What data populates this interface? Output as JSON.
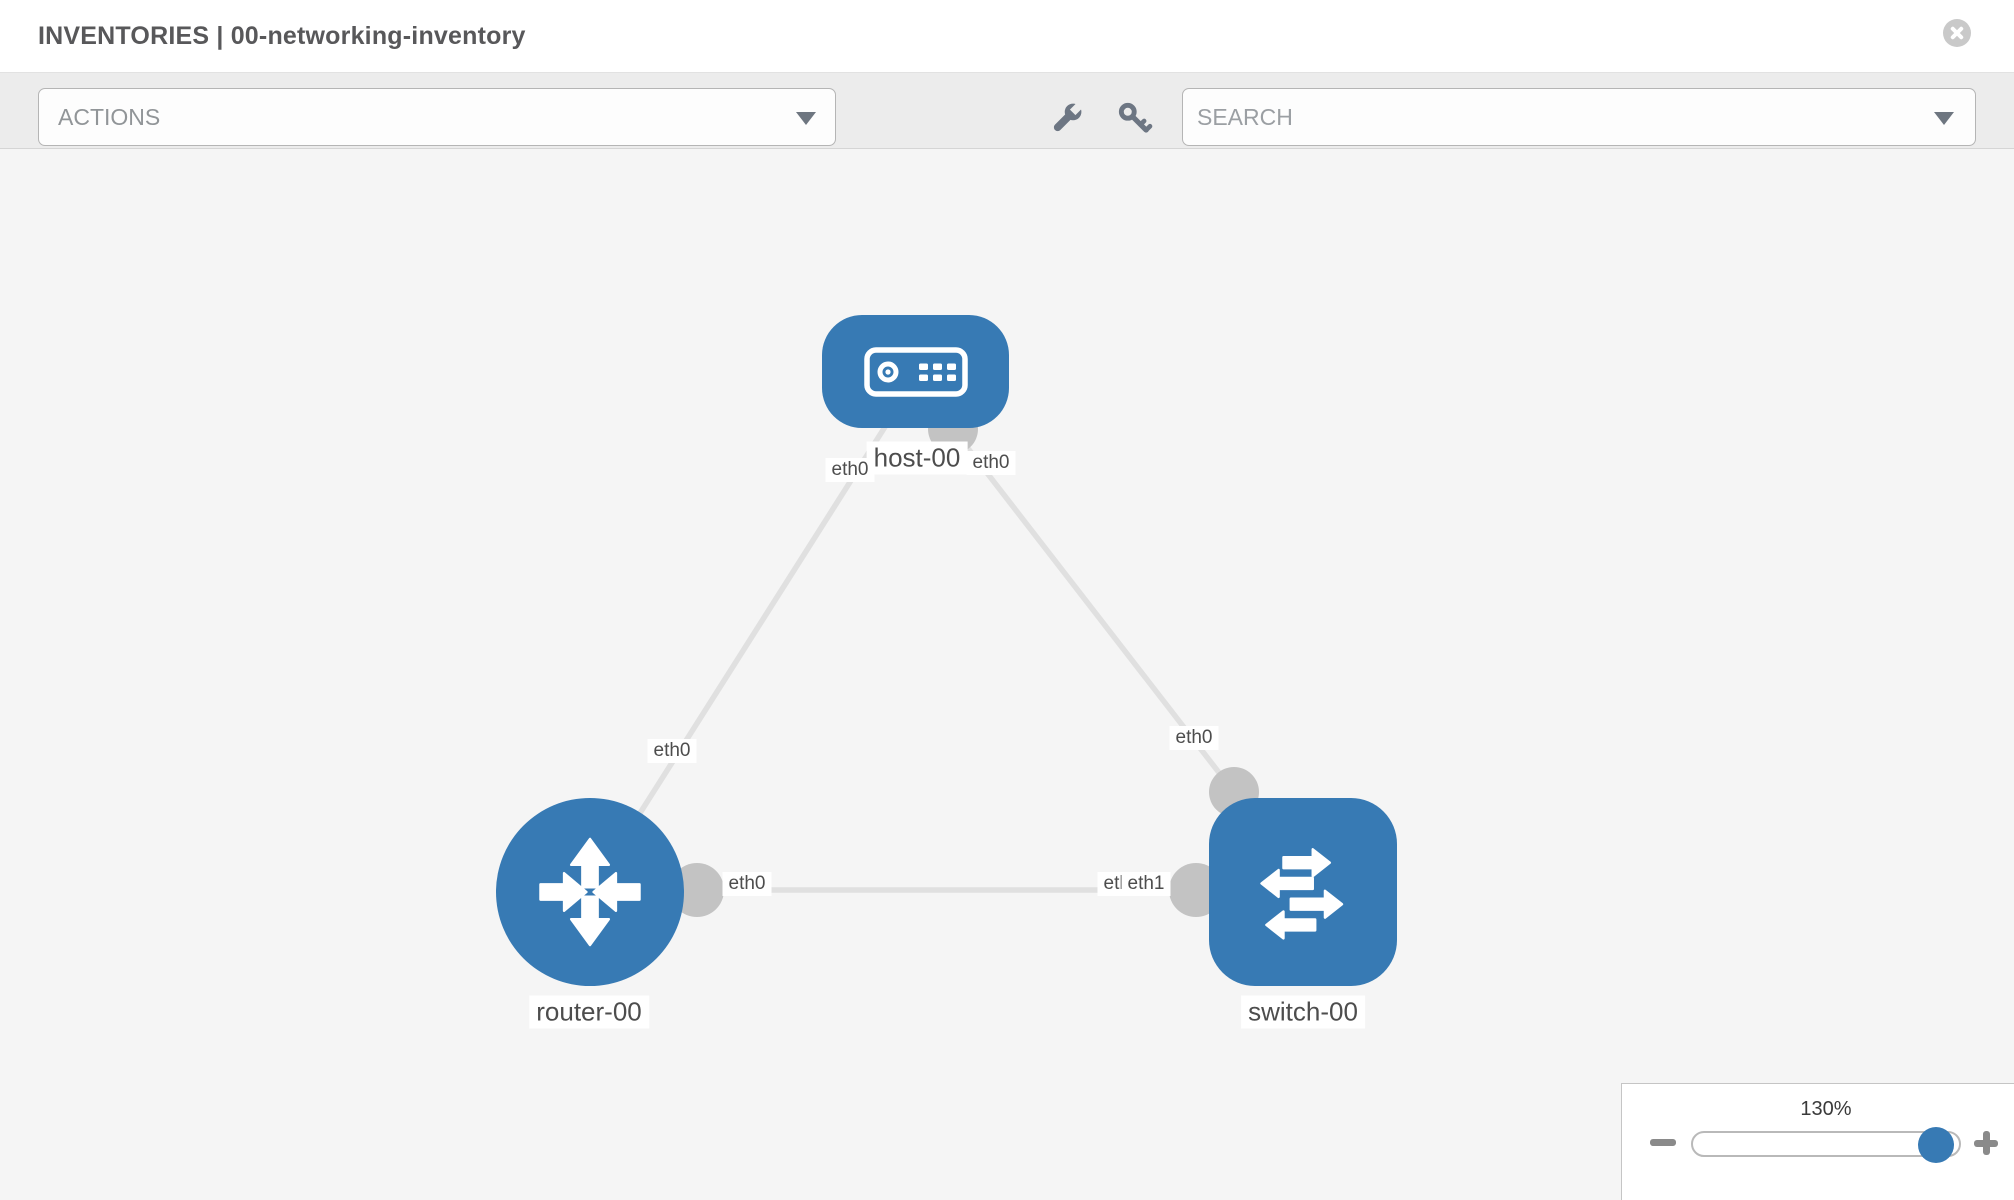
{
  "header": {
    "title": "INVENTORIES | 00-networking-inventory"
  },
  "toolbar": {
    "actions_label": "ACTIONS",
    "search_placeholder": "SEARCH",
    "icons": [
      "wrench-icon",
      "key-icon",
      "dropdown-caret-icon",
      "dropdown-caret-icon"
    ]
  },
  "topology": {
    "nodes": [
      {
        "id": "host-00",
        "type": "host",
        "label": "host-00"
      },
      {
        "id": "router-00",
        "type": "router",
        "label": "router-00"
      },
      {
        "id": "switch-00",
        "type": "switch",
        "label": "switch-00"
      }
    ],
    "links": [
      {
        "source": "router-00",
        "source_interface": "eth0",
        "target": "host-00",
        "target_interface": "eth0"
      },
      {
        "source": "switch-00",
        "source_interface": "eth0",
        "target": "host-00",
        "target_interface": "eth0"
      },
      {
        "source": "router-00",
        "source_interface": "eth0",
        "target": "switch-00",
        "target_interface": "eth1"
      }
    ],
    "overlap_under_label": "eth0"
  },
  "zoom_control": {
    "level": "130%"
  },
  "colors": {
    "node_blue": "#377ab4",
    "link_gray": "#e0e0e0",
    "connector_gray": "#c3c3c3",
    "canvas_bg": "#f5f5f5",
    "toolbar_bg": "#ececec",
    "icon_gray": "#6d7683",
    "title_text": "#58585a"
  }
}
